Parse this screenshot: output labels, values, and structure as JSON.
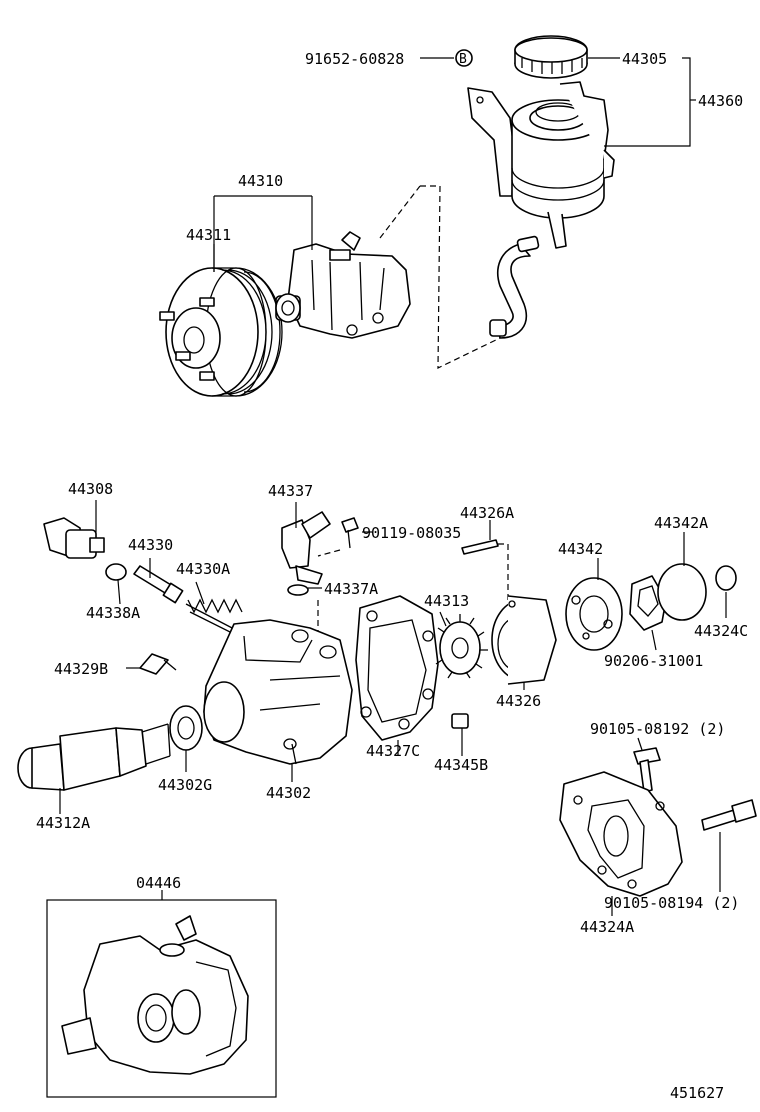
{
  "diagram_id": "451627",
  "insert_box_label": "04446",
  "bolt_marker": "B",
  "labels": {
    "p91652": "91652-60828",
    "p44305": "44305",
    "p44360": "44360",
    "p44310": "44310",
    "p44311": "44311",
    "p44308": "44308",
    "p44337": "44337",
    "p90119": "90119-08035",
    "p44326A": "44326A",
    "p44342A": "44342A",
    "p44330": "44330",
    "p44342": "44342",
    "p44330A": "44330A",
    "p44338A": "44338A",
    "p44337A": "44337A",
    "p44313": "44313",
    "p44324C": "44324C",
    "p90206": "90206-31001",
    "p44329B": "44329B",
    "p44326": "44326",
    "p90105a": "90105-08192 (2)",
    "p44302G": "44302G",
    "p44327C": "44327C",
    "p44345B": "44345B",
    "p44302": "44302",
    "p44312A": "44312A",
    "p90105b": "90105-08194 (2)",
    "p44324A": "44324A"
  }
}
